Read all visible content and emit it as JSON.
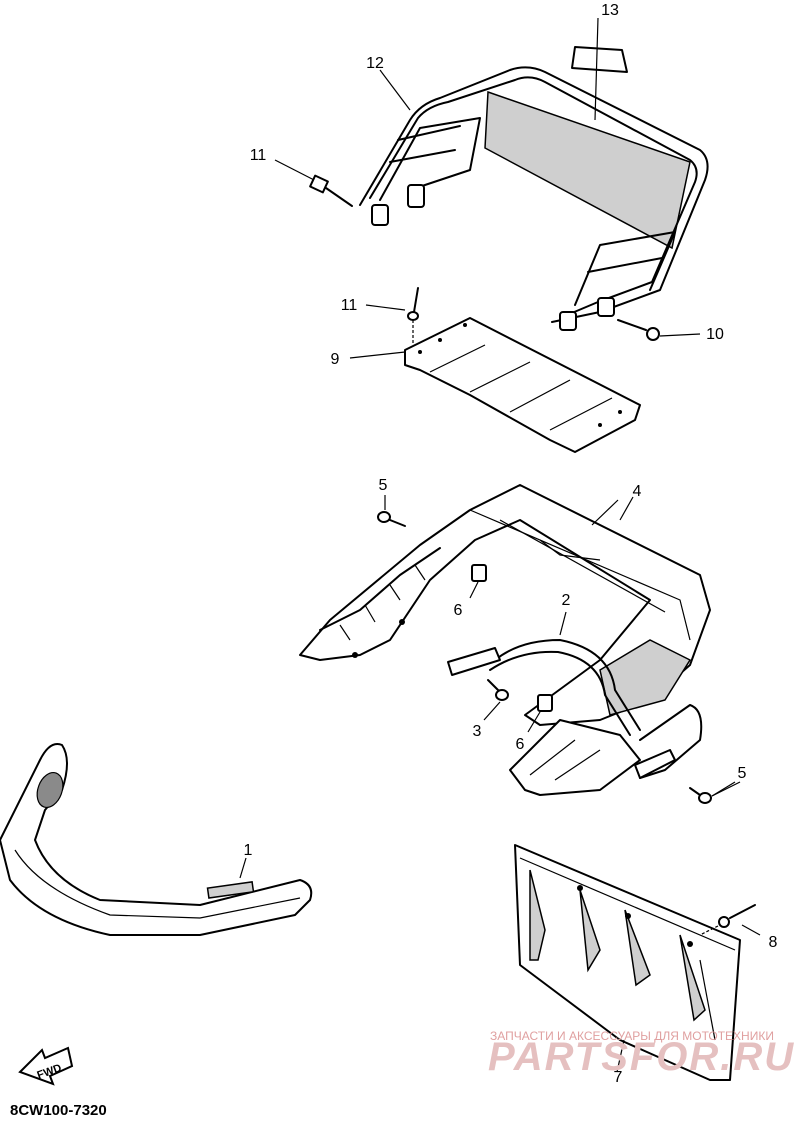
{
  "diagram": {
    "callouts": [
      {
        "id": "c1",
        "label": "1"
      },
      {
        "id": "c2",
        "label": "2"
      },
      {
        "id": "c3",
        "label": "3"
      },
      {
        "id": "c4",
        "label": "4"
      },
      {
        "id": "c5a",
        "label": "5"
      },
      {
        "id": "c5b",
        "label": "5"
      },
      {
        "id": "c6a",
        "label": "6"
      },
      {
        "id": "c6b",
        "label": "6"
      },
      {
        "id": "c7",
        "label": "7"
      },
      {
        "id": "c8",
        "label": "8"
      },
      {
        "id": "c9",
        "label": "9"
      },
      {
        "id": "c10",
        "label": "10"
      },
      {
        "id": "c11a",
        "label": "11"
      },
      {
        "id": "c11b",
        "label": "11"
      },
      {
        "id": "c12",
        "label": "12"
      },
      {
        "id": "c13",
        "label": "13"
      }
    ],
    "fwd_label": "FWD",
    "drawing_code": "8CW100-7320"
  },
  "watermark": {
    "top_text": "ЗАПЧАСТИ И АКСЕССУАРЫ ДЛЯ МОТОТЕХНИКИ",
    "brand_text": "PARTSFOR.RU"
  }
}
